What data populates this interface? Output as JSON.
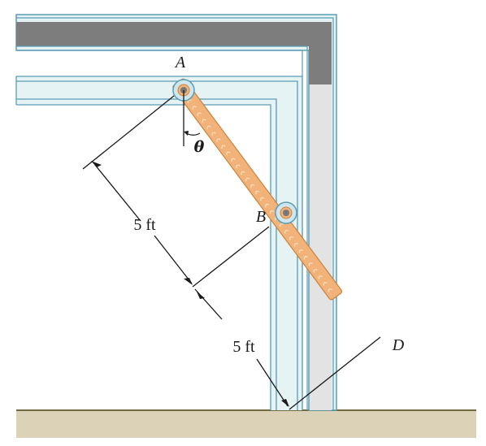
{
  "figure": {
    "point_labels": {
      "a": "A",
      "b": "B",
      "d": "D"
    },
    "angle_label": "θ",
    "dimensions": {
      "upper": "5 ft",
      "lower": "5 ft"
    }
  },
  "colors": {
    "frame_fill": "#e6f3f5",
    "frame_line": "#5a9db4",
    "dark_band": "#7d7d7d",
    "channel_gray": "#e3e3e3",
    "rod_fill": "#f2b37a",
    "rod_edge": "#c9823e",
    "rod_tick": "#f9dcb7",
    "pin_outer": "#cfe6ee",
    "pin_center": "#777777",
    "ground_fill": "#dcd2b8",
    "ground_line": "#6f6a42"
  }
}
